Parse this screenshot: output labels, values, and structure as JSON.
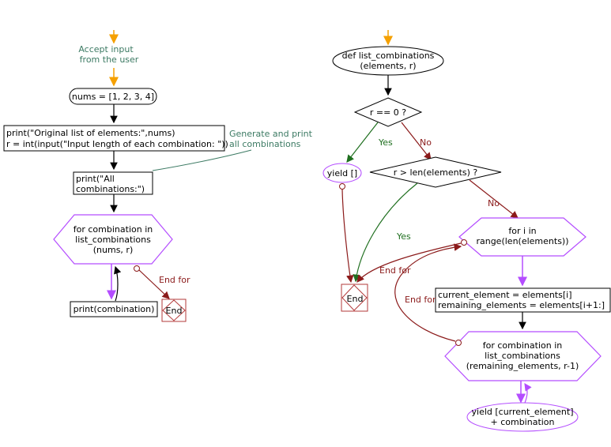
{
  "colors": {
    "start_arrow": "#f5a000",
    "edge_black": "#000000",
    "edge_purple": "#b44dff",
    "edge_red": "#8b1a1a",
    "edge_green": "#1f6f1f",
    "hex_stroke": "#b44dff",
    "comment_text": "#3c7a63",
    "end_box": "#b33a3a"
  },
  "left": {
    "comment_input_line1": "Accept input",
    "comment_input_line2": "from the user",
    "nums_assign": "nums = [1, 2, 3, 4]",
    "print_line1": "print(\"Original list of elements:\",nums)",
    "print_line2": "r = int(input(\"Input length of each combination: \"))",
    "comment_gen_line1": "Generate and print",
    "comment_gen_line2": "all combinations",
    "print_all_line1": "print(\"All",
    "print_all_line2": "combinations:\")",
    "for_line1": "for combination in",
    "for_line2": "list_combinations",
    "for_line3": "(nums, r)",
    "print_combination": "print(combination)",
    "end_for_label": "End for",
    "end_label": "End"
  },
  "right": {
    "def_line1": "def list_combinations",
    "def_line2": "(elements, r)",
    "cond_r0": "r == 0 ?",
    "yes1": "Yes",
    "no1": "No",
    "yield_empty": "yield []",
    "cond_len": "r > len(elements) ?",
    "no2": "No",
    "yes2": "Yes",
    "fori_line1": "for i in",
    "fori_line2": "range(len(elements))",
    "end_for1": "End for",
    "assign_line1": "current_element = elements[i]",
    "assign_line2": "remaining_elements = elements[i+1:]",
    "end_for2": "End for",
    "forc_line1": "for combination in",
    "forc_line2": "list_combinations",
    "forc_line3": "(remaining_elements, r-1)",
    "yield_line1": "yield [current_element]",
    "yield_line2": "+ combination",
    "end_label": "End"
  }
}
